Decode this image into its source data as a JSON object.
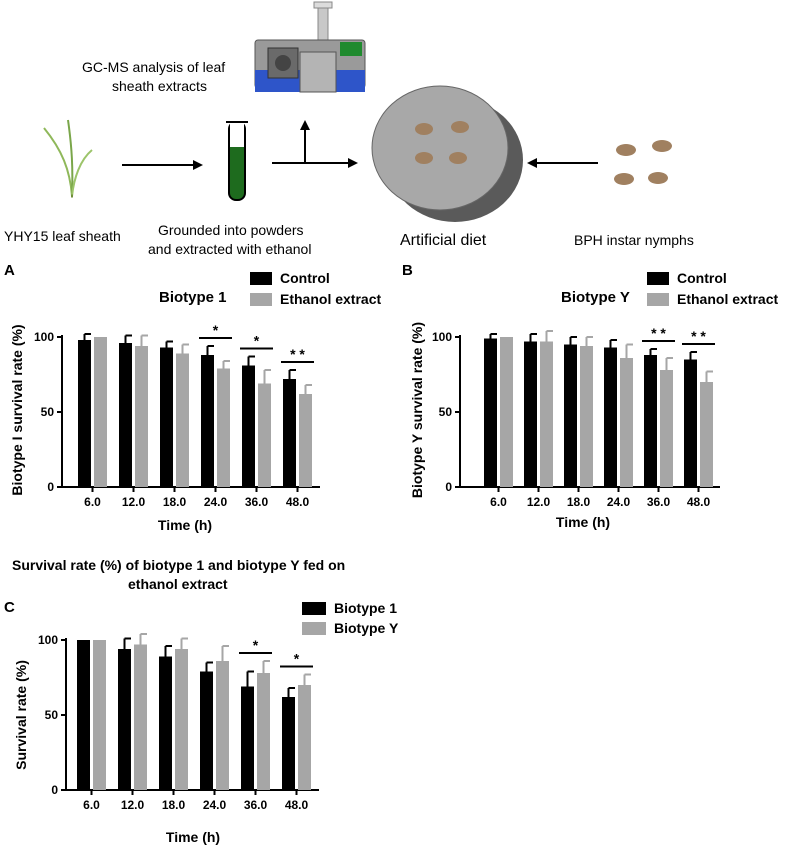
{
  "schematic": {
    "gcms_label_line1": "GC-MS analysis of leaf",
    "gcms_label_line2": "sheath extracts",
    "leaf_label": "YHY15 leaf sheath",
    "extract_label_line1": "Grounded into powders",
    "extract_label_line2": "and extracted with ethanol",
    "diet_label": "Artificial diet",
    "nymph_label": "BPH instar nymphs",
    "colors": {
      "tube_liquid": "#1e6b1e",
      "diet_top": "#a8a8a8",
      "diet_side": "#5a5a5a",
      "insect": "#a08060"
    }
  },
  "chart_data": [
    {
      "panel": "A",
      "type": "bar",
      "title": "Biotype 1",
      "xlabel": "Time (h)",
      "ylabel": "Biotype I survival rate (%)",
      "categories": [
        "6.0",
        "12.0",
        "18.0",
        "24.0",
        "36.0",
        "48.0"
      ],
      "ylim": [
        0,
        100
      ],
      "yticks": [
        "0",
        "50",
        "100"
      ],
      "legend": "top-right",
      "series": [
        {
          "name": "Control",
          "color": "#000000",
          "values": [
            98,
            96,
            93,
            88,
            81,
            72
          ],
          "errors": [
            4,
            5,
            4,
            6,
            6,
            6
          ]
        },
        {
          "name": "Ethanol extract",
          "color": "#a6a6a6",
          "values": [
            100,
            94,
            89,
            79,
            69,
            62
          ],
          "errors": [
            0,
            7,
            6,
            5,
            9,
            6
          ]
        }
      ],
      "significance": [
        {
          "category": "24.0",
          "label": "*"
        },
        {
          "category": "36.0",
          "label": "*"
        },
        {
          "category": "48.0",
          "label": "* *"
        }
      ]
    },
    {
      "panel": "B",
      "type": "bar",
      "title": "Biotype Y",
      "xlabel": "Time (h)",
      "ylabel": "Biotype Y survival rate (%)",
      "categories": [
        "6.0",
        "12.0",
        "18.0",
        "24.0",
        "36.0",
        "48.0"
      ],
      "ylim": [
        0,
        100
      ],
      "yticks": [
        "0",
        "50",
        "100"
      ],
      "legend": "top-right",
      "series": [
        {
          "name": "Control",
          "color": "#000000",
          "values": [
            99,
            97,
            95,
            93,
            88,
            85
          ],
          "errors": [
            3,
            5,
            5,
            5,
            4,
            5
          ]
        },
        {
          "name": "Ethanol extract",
          "color": "#a6a6a6",
          "values": [
            100,
            97,
            94,
            86,
            78,
            70
          ],
          "errors": [
            0,
            7,
            6,
            9,
            8,
            7
          ]
        }
      ],
      "significance": [
        {
          "category": "36.0",
          "label": "* *"
        },
        {
          "category": "48.0",
          "label": "* *"
        }
      ]
    },
    {
      "panel": "C",
      "type": "bar",
      "title": "Survival rate (%) of biotype 1 and biotype Y  fed on ethanol extract",
      "title_line1": "Survival rate (%) of biotype 1 and biotype Y  fed on",
      "title_line2": "ethanol extract",
      "xlabel": "Time (h)",
      "ylabel": "Survival rate (%)",
      "categories": [
        "6.0",
        "12.0",
        "18.0",
        "24.0",
        "36.0",
        "48.0"
      ],
      "ylim": [
        0,
        100
      ],
      "yticks": [
        "0",
        "50",
        "100"
      ],
      "legend": "top-right",
      "series": [
        {
          "name": "Biotype 1",
          "color": "#000000",
          "values": [
            100,
            94,
            89,
            79,
            69,
            62
          ],
          "errors": [
            0,
            7,
            7,
            6,
            10,
            6
          ]
        },
        {
          "name": "Biotype Y",
          "color": "#a6a6a6",
          "values": [
            100,
            97,
            94,
            86,
            78,
            70
          ],
          "errors": [
            0,
            7,
            7,
            10,
            8,
            7
          ]
        }
      ],
      "significance": [
        {
          "category": "36.0",
          "label": "*"
        },
        {
          "category": "48.0",
          "label": "*"
        }
      ]
    }
  ]
}
